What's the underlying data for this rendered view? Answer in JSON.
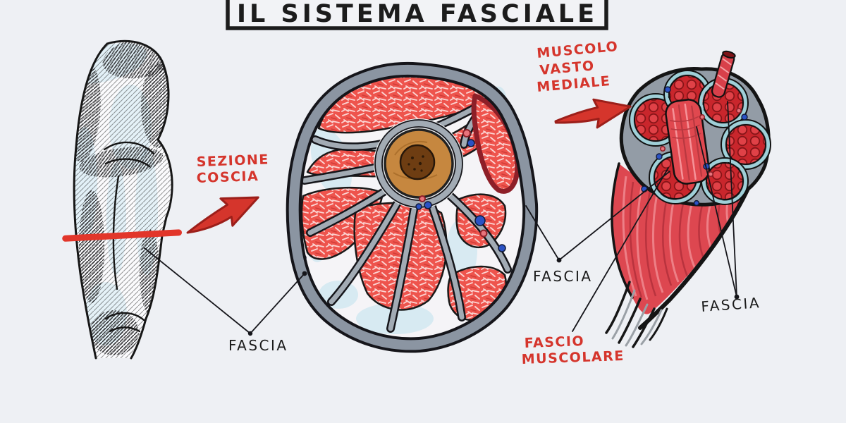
{
  "title": "IL SISTEMA FASCIALE",
  "labels": {
    "section": [
      "SEZIONE",
      "COSCIA"
    ],
    "muscle": [
      "MUSCOLO",
      "VASTO",
      "MEDIALE"
    ],
    "fascia_left": "FASCIA",
    "fascia_center": "FASCIA",
    "fascia_right": "FASCIA",
    "fascicle": [
      "FASCIO",
      "MUSCOLARE"
    ]
  },
  "colors": {
    "paper": "#eef0f4",
    "ink": "#1c1c1c",
    "label_red": "#d5352c",
    "arrow_red": "#d5352c",
    "section_line_red": "#e2362a",
    "muscle_red": "#ee544d",
    "fiber_red": "#e04147",
    "crescent_maroon": "#8e1f28",
    "fascia_gray": "#8b95a2",
    "perimysium_teal": "#9fd0d8",
    "bone_tan": "#c6873f",
    "marrow_brown": "#6e3d12",
    "vessel_blue": "#2b52c4",
    "shading_blue": "#bfe2ee"
  }
}
